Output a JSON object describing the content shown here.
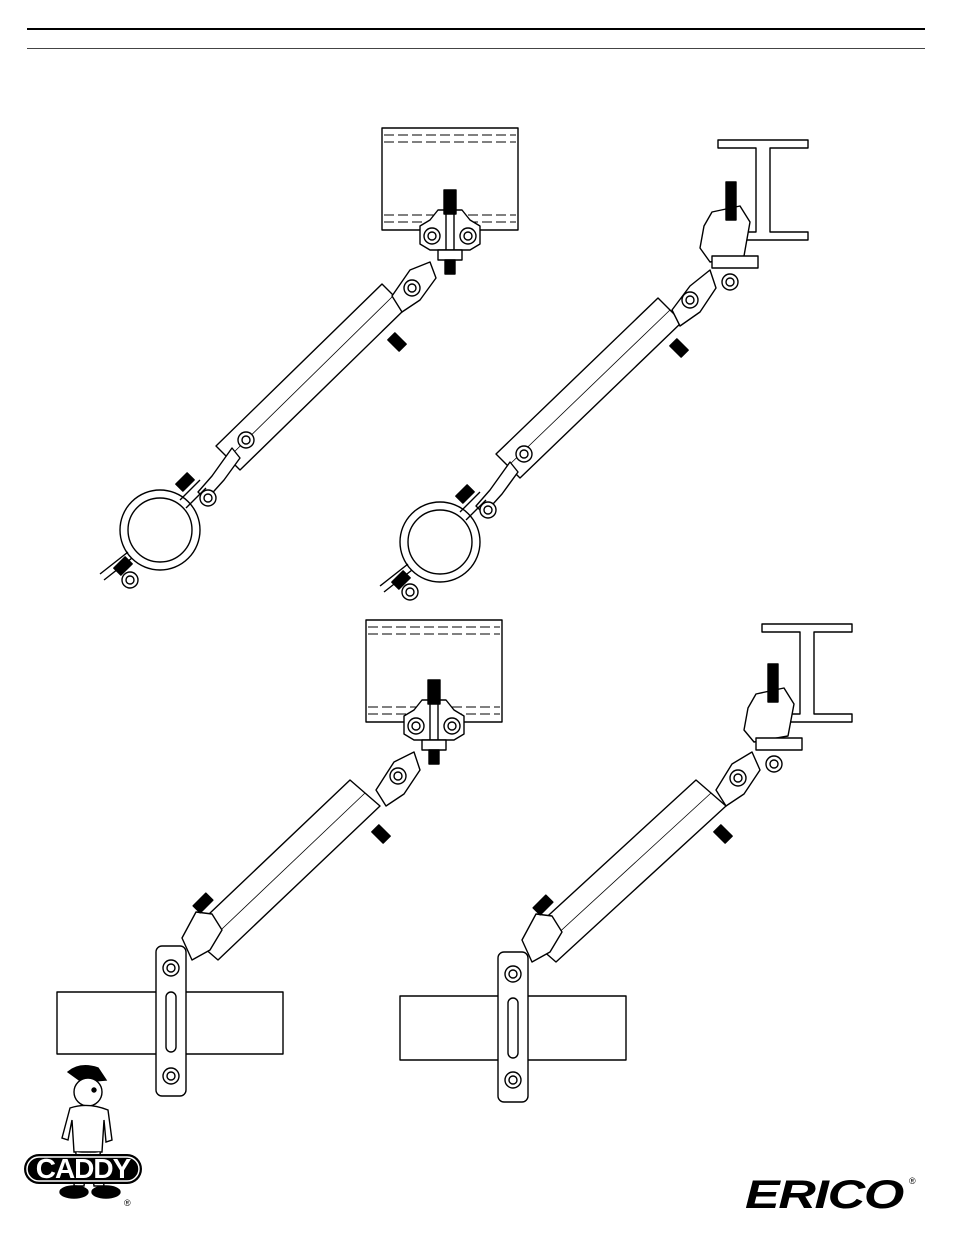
{
  "brand": {
    "left_logo": "CADDY",
    "right_logo": "ERICO",
    "registered_mark": "®"
  },
  "figures": [
    {
      "id": "fig-1",
      "anchor": "beam-flange-plate",
      "load": "pipe-clamp"
    },
    {
      "id": "fig-2",
      "anchor": "i-beam",
      "load": "pipe-clamp"
    },
    {
      "id": "fig-3",
      "anchor": "beam-flange-plate",
      "load": "strut-bracket"
    },
    {
      "id": "fig-4",
      "anchor": "i-beam",
      "load": "strut-bracket"
    }
  ],
  "colors": {
    "line": "#000000",
    "background": "#ffffff"
  }
}
